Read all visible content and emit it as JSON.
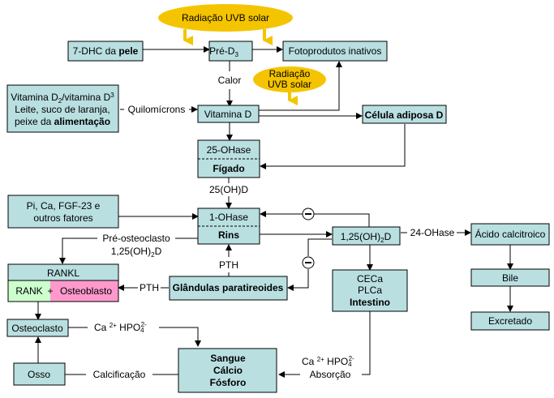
{
  "title": "Metabolismo da vitamina D",
  "nodes": {
    "uvb_top": "Radiação UVB solar",
    "uvb_mid_1": "Radiação",
    "uvb_mid_2": "UVB solar",
    "dhc": {
      "text": "7-DHC da ",
      "bold": "pele"
    },
    "pre_d3": {
      "text": "Pré-D",
      "sub": "3"
    },
    "fotoprodutos": "Fotoprodutos inativos",
    "dieta": {
      "line1_a": "Vitamina D",
      "line1_sub1": "2",
      "line1_b": "/vitamina D",
      "line1_sub2": "3",
      "line2": "Leite, suco de laranja,",
      "line3_a": "peixe da ",
      "line3_bold": "alimentação"
    },
    "vitamina_d": "Vitamina D",
    "celula_adiposa": "Célula adiposa D",
    "figado_top": "25-OHase",
    "figado_bottom": "Fígado",
    "fatores_1": "Pi, Ca, FGF-23 e",
    "fatores_2": "outros fatores",
    "rins_top": "1-OHase",
    "rins_bottom": "Rins",
    "calcitriol": {
      "a": "1,25(OH)",
      "sub": "2",
      "b": "D"
    },
    "acido": "Ácido calcitroico",
    "bile": "Bile",
    "excretado": "Excretado",
    "rankl": "RANKL",
    "rank": "RANK",
    "plus": "+",
    "osteoblasto": "Osteoblasto",
    "paratireoides": "Glândulas paratireoides",
    "intestino_1": "CECa",
    "intestino_2": "PLCa",
    "intestino_3": "Intestino",
    "osteoclasto": "Osteoclasto",
    "osso": "Osso",
    "sangue_1": "Sangue",
    "sangue_2": "Cálcio",
    "sangue_3": "Fósforo"
  },
  "labels": {
    "calor": "Calor",
    "quilomicrons": "Quilomícrons",
    "oh_d": "25(OH)D",
    "pre_osteoclasto": "Pré-osteoclasto",
    "calcitriol_label": {
      "a": "1,25(OH)",
      "sub": "2",
      "b": "D"
    },
    "pth_up": "PTH",
    "pth_left": "PTH",
    "hydroxylase_24": "24-OHase",
    "inhibit": "−",
    "ca_hpo_left": {
      "ca": "Ca ",
      "ca_sup": "2+",
      "hpo": " HPO",
      "hpo_sub": "4",
      "hpo_sup": "2-"
    },
    "ca_hpo_right": {
      "ca": "Ca ",
      "ca_sup": "2+",
      "hpo": " HPO",
      "hpo_sub": "4",
      "hpo_sup": "2-"
    },
    "absorcao": "Absorção",
    "calcificacao": "Calcificação"
  },
  "colors": {
    "box": "#b9dfe1",
    "uvb": "#f5c400",
    "rank": "#ccffcc",
    "osteoblasto": "#ff99cc"
  }
}
